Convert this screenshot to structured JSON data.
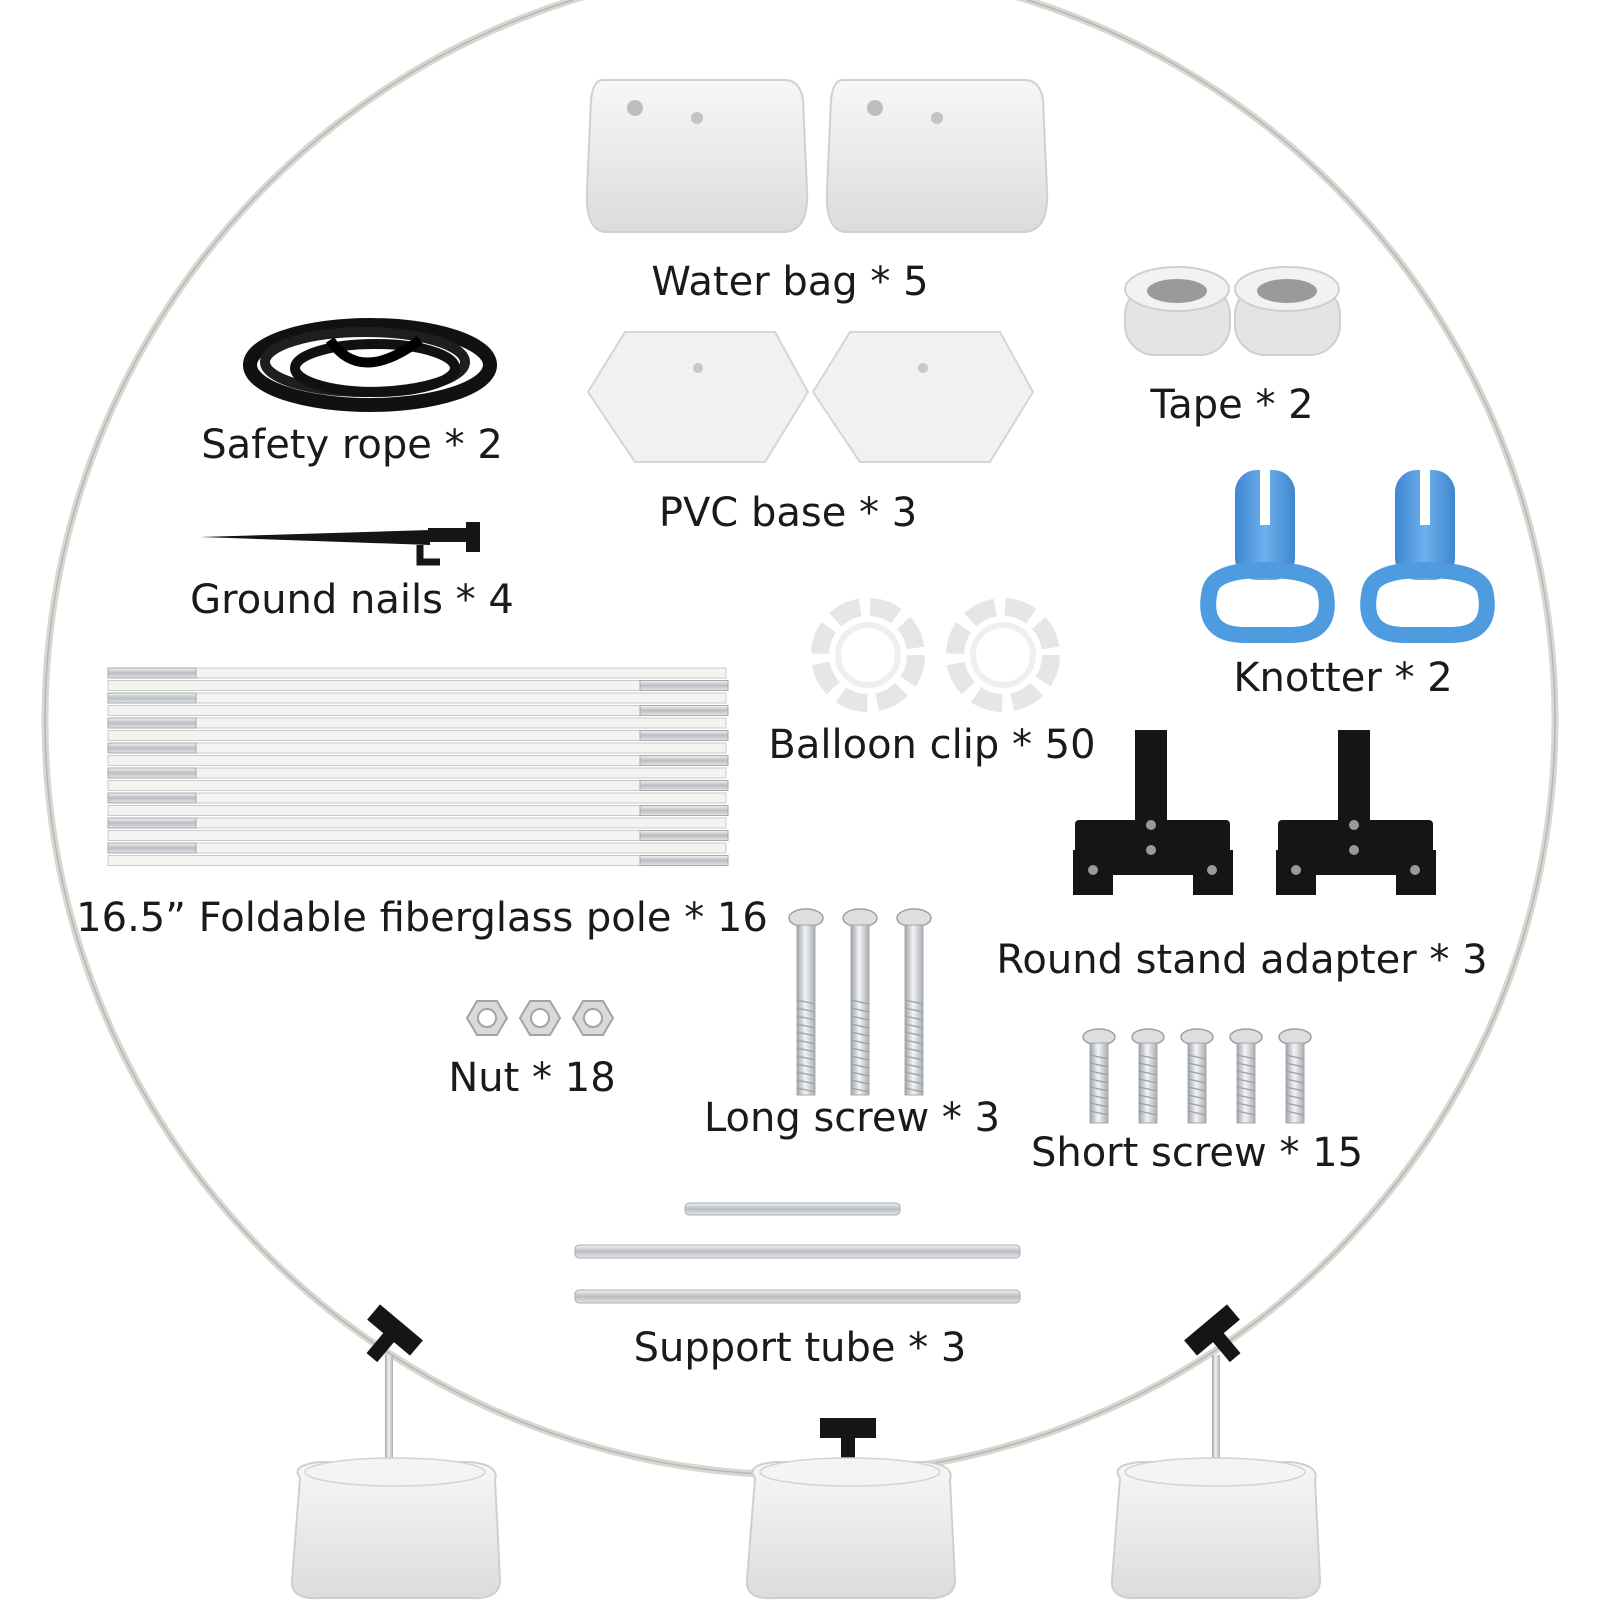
{
  "items": {
    "water_bag": "Water bag * 5",
    "tape": "Tape * 2",
    "safety_rope": "Safety rope * 2",
    "pvc_base": "PVC base * 3",
    "ground_nails": "Ground nails * 4",
    "knotter": "Knotter * 2",
    "balloon_clip": "Balloon clip * 50",
    "fiberglass_pole": "16.5” Foldable fiberglass pole * 16",
    "round_stand_adapter": "Round stand adapter * 3",
    "nut": "Nut * 18",
    "long_screw": "Long screw * 3",
    "short_screw": "Short screw * 15",
    "support_tube": "Support tube * 3"
  },
  "colors": {
    "hoop": "#d9ddd6",
    "rope": "#111111",
    "knotter": "#4f9be0",
    "adapter": "#151515",
    "metal": "#c9ccd0",
    "cushion": "#eeeeee",
    "text": "#1a1a1a"
  }
}
